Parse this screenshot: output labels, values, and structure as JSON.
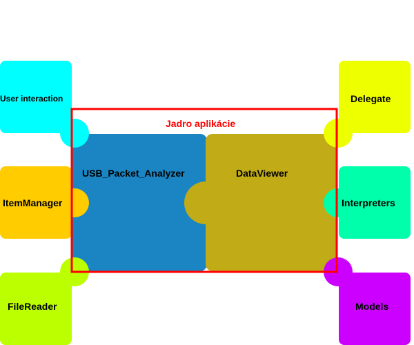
{
  "diagram": {
    "core_title": "Jadro aplikácie",
    "core_color": "#ff0000",
    "nodes": {
      "usb_packet_analyzer": {
        "label": "USB_Packet_Analyzer",
        "color": "#1a85c2"
      },
      "data_viewer": {
        "label": "DataViewer",
        "color": "#c1ab17"
      },
      "user_interaction": {
        "label": "User interaction",
        "color": "#00ffff"
      },
      "item_manager": {
        "label": "ItemManager",
        "color": "#ffcc00"
      },
      "file_reader": {
        "label": "FileReader",
        "color": "#bbff00"
      },
      "delegate": {
        "label": "Delegate",
        "color": "#eeff00"
      },
      "interpreters": {
        "label": "Interpreters",
        "color": "#00ffaa"
      },
      "models": {
        "label": "Models",
        "color": "#cc00ff"
      }
    }
  }
}
